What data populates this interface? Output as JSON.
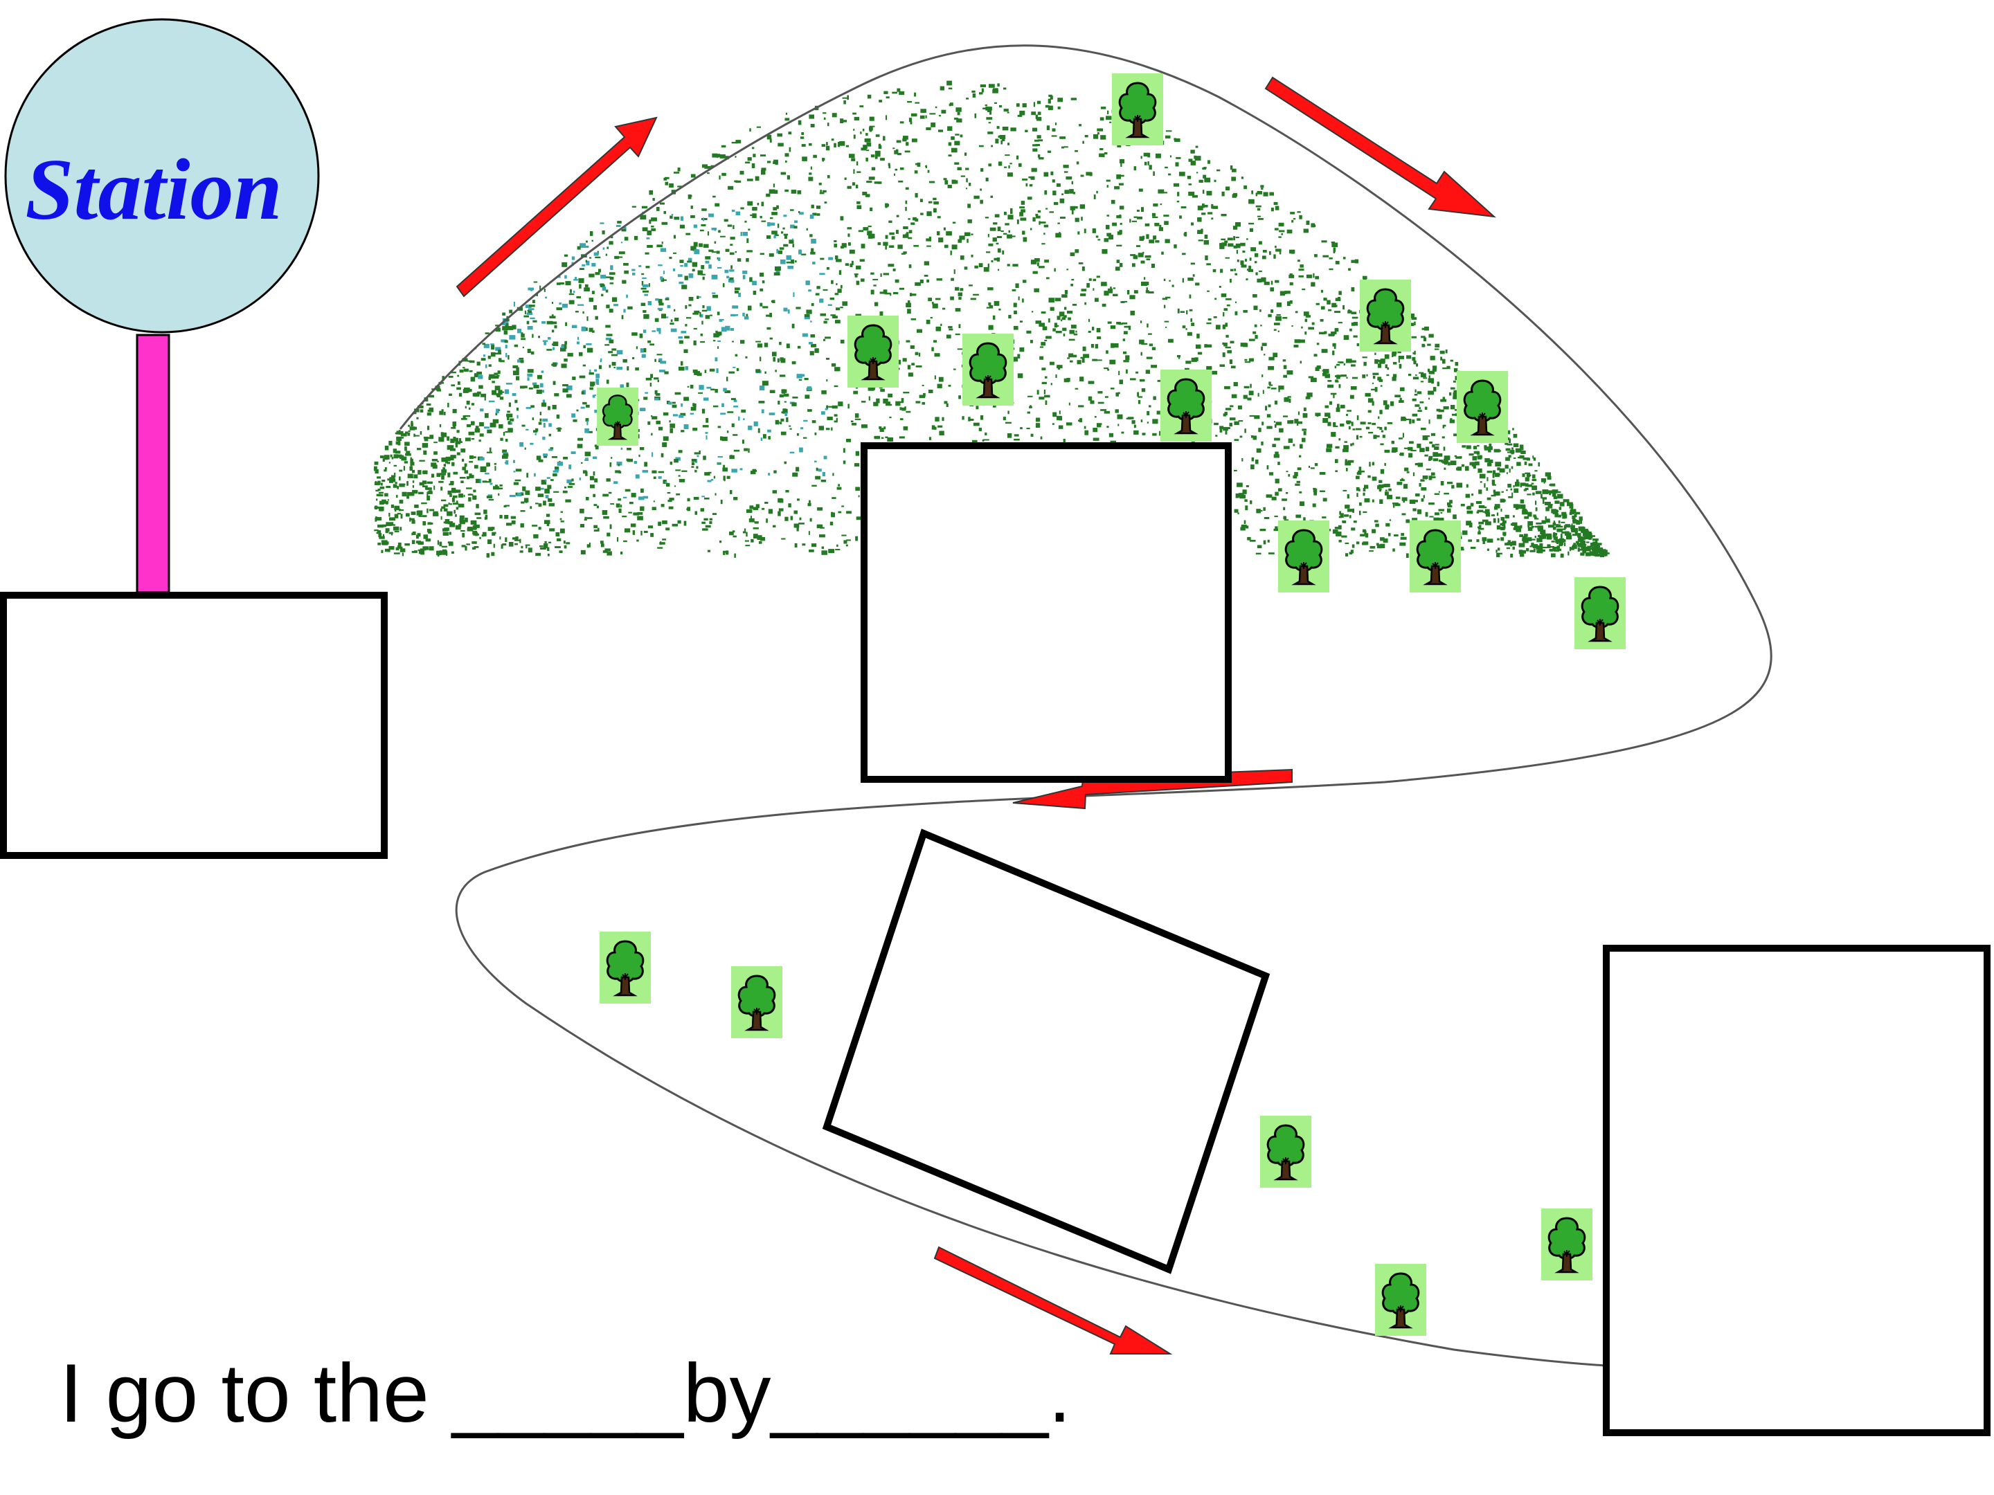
{
  "station": {
    "label": "Station",
    "circle_color": "#bfe3e6",
    "label_color": "#1010e8",
    "pole_color": "#ff33cc"
  },
  "sentence": {
    "text": "I go to the _____by______."
  },
  "colors": {
    "arrow": "#ff1111",
    "path_line": "#555555",
    "tree_bg": "#a8f08a",
    "tree_foliage": "#2faa2f",
    "tree_trunk": "#4a2a12",
    "vegetation_dark": "#237a23",
    "vegetation_teal": "#3aa7b0"
  },
  "answer_boxes": [
    {
      "name": "answer-box-station"
    },
    {
      "name": "answer-box-top"
    },
    {
      "name": "answer-box-middle"
    },
    {
      "name": "answer-box-bottom-right"
    }
  ],
  "icons": [
    "tree-icon",
    "direction-arrow-icon",
    "station-sign-icon"
  ]
}
